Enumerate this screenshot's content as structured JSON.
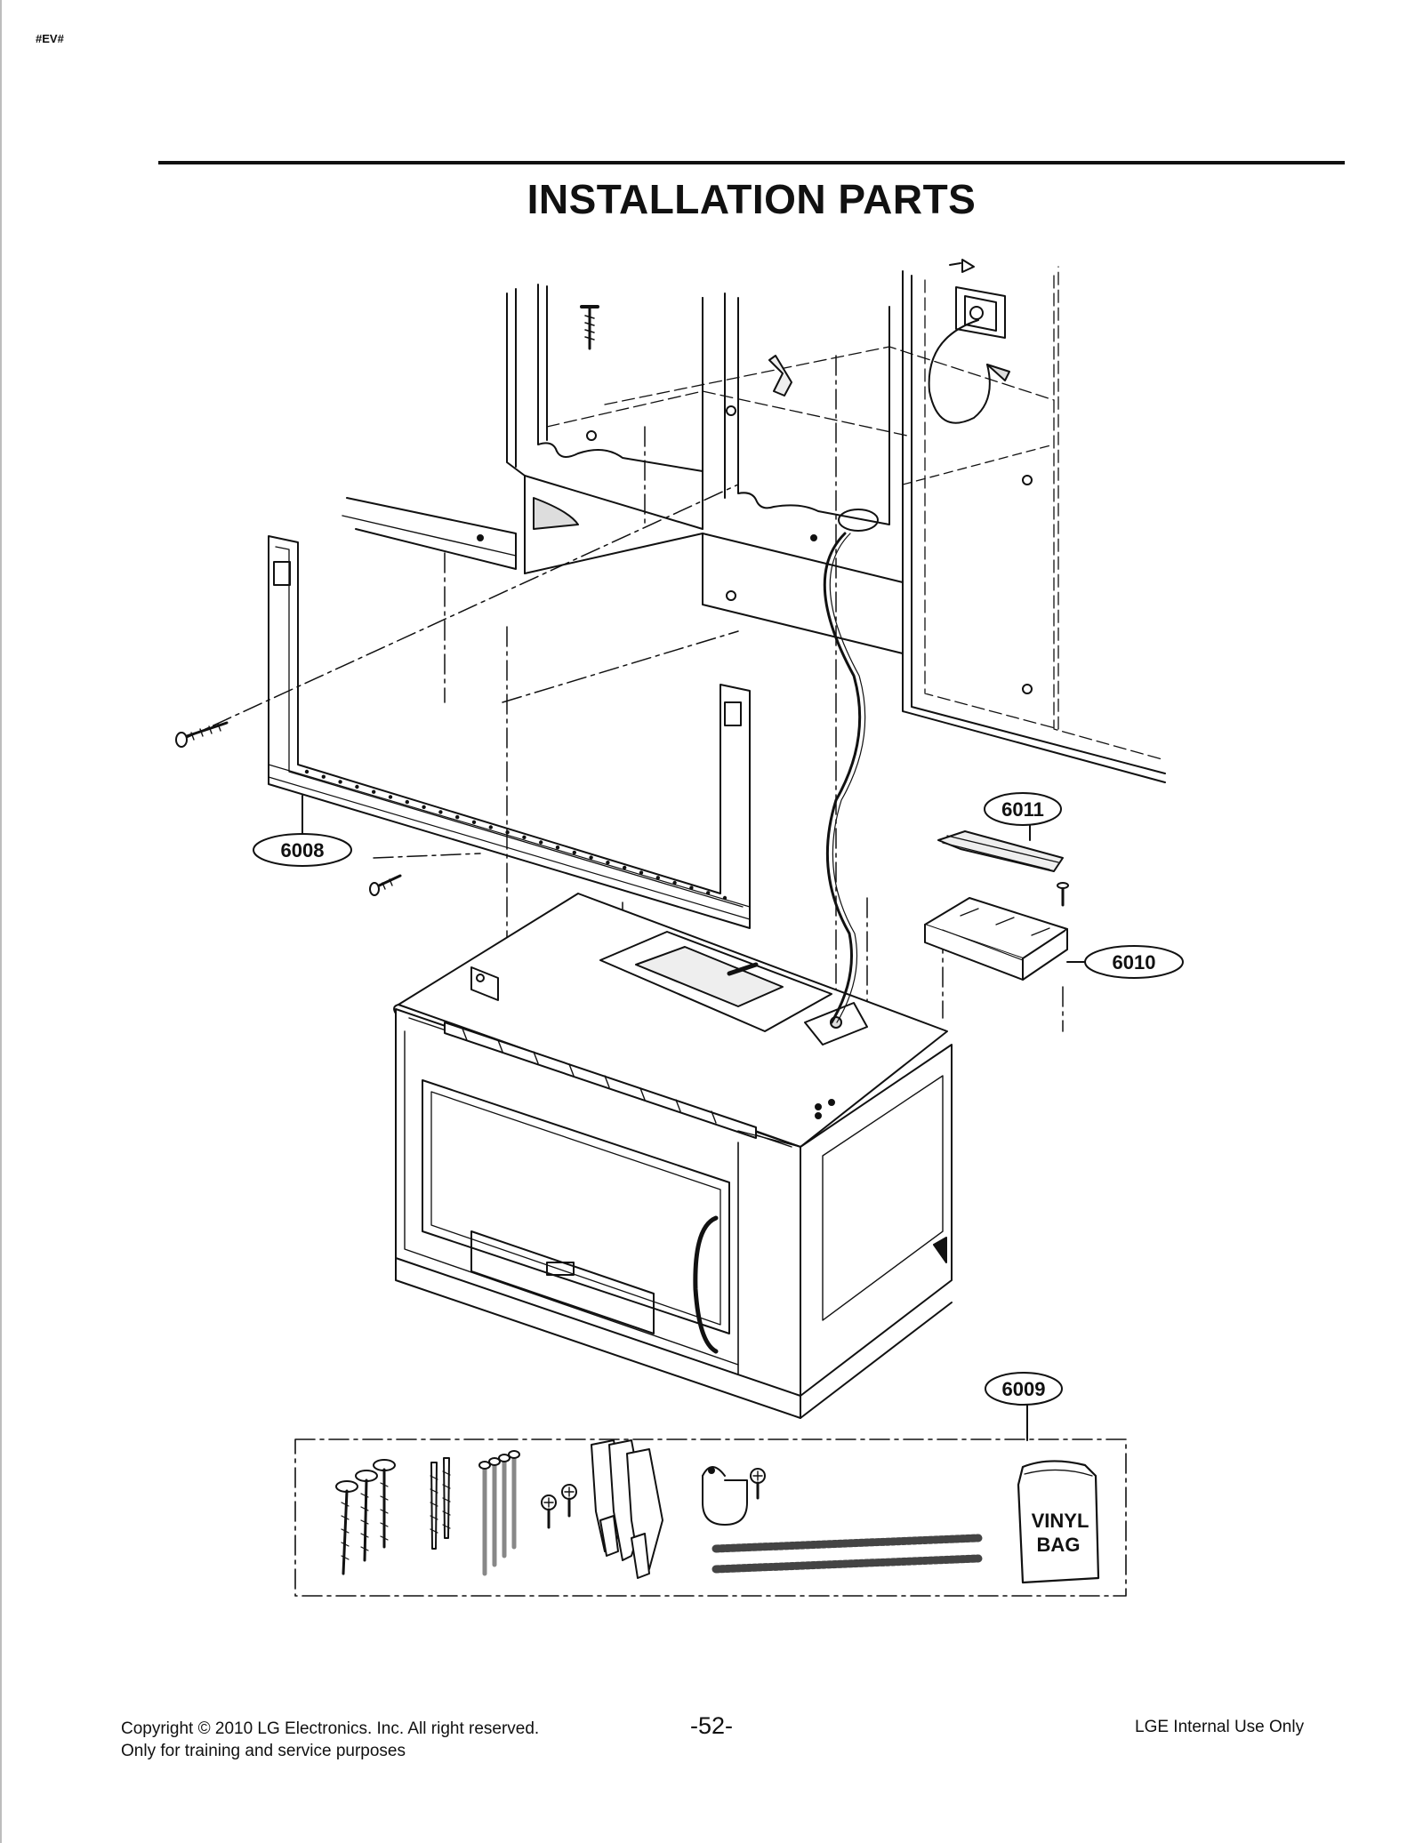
{
  "header": {
    "tag": "#EV#",
    "title": "INSTALLATION PARTS"
  },
  "callouts": {
    "p6008": "6008",
    "p6009": "6009",
    "p6010": "6010",
    "p6011": "6011"
  },
  "bag": {
    "line1": "VINYL",
    "line2": "BAG"
  },
  "footer": {
    "copyright": "Copyright © 2010 LG Electronics. Inc. All right reserved.",
    "purpose": "Only for training and service purposes",
    "page_number": "-52-",
    "internal": "LGE Internal Use Only"
  }
}
